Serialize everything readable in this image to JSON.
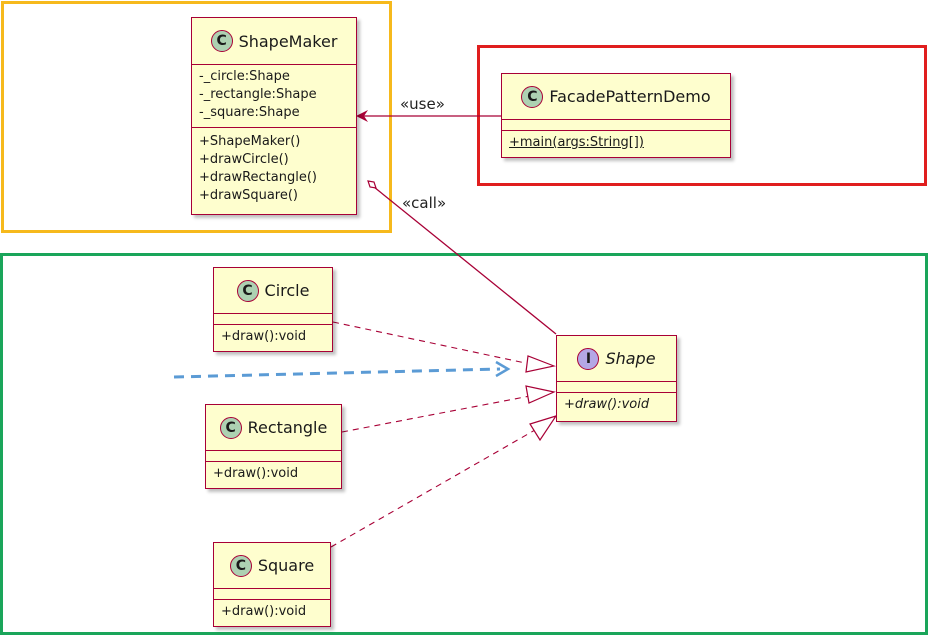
{
  "classes": {
    "shape_maker": {
      "name": "ShapeMaker",
      "badge": "C",
      "attributes": [
        "-_circle:Shape",
        "-_rectangle:Shape",
        "-_square:Shape"
      ],
      "methods": [
        "+ShapeMaker()",
        "+drawCircle()",
        "+drawRectangle()",
        "+drawSquare()"
      ]
    },
    "facade_demo": {
      "name": "FacadePatternDemo",
      "badge": "C",
      "methods": [
        "+main(args:String[])"
      ]
    },
    "circle": {
      "name": "Circle",
      "badge": "C",
      "methods": [
        "+draw():void"
      ]
    },
    "rectangle": {
      "name": "Rectangle",
      "badge": "C",
      "methods": [
        "+draw():void"
      ]
    },
    "square": {
      "name": "Square",
      "badge": "C",
      "methods": [
        "+draw():void"
      ]
    },
    "shape": {
      "name": "Shape",
      "badge": "I",
      "methods": [
        "+draw():void"
      ]
    }
  },
  "relations": {
    "use_label": "«use»",
    "call_label": "«call»"
  },
  "colors": {
    "class_fill": "#fefece",
    "class_border": "#a80036",
    "class_badge": "#add1b2",
    "interface_badge": "#b4a7e5",
    "frame_yellow": "#f6b91c",
    "frame_red": "#e01e1e",
    "frame_green": "#1aa55a",
    "blue_arrow": "#5b9bd5"
  }
}
